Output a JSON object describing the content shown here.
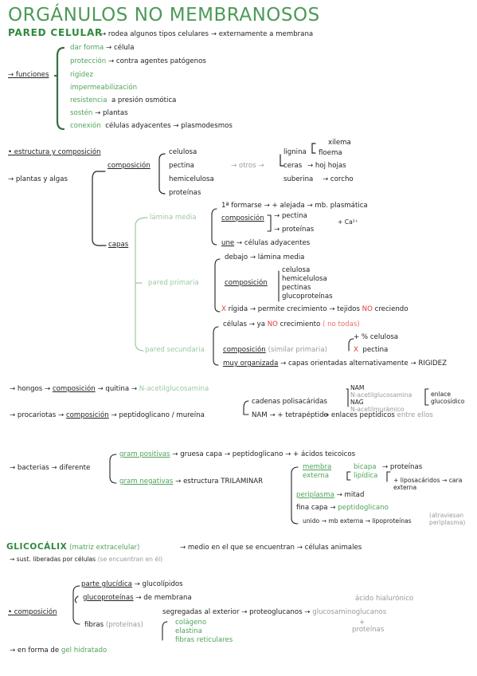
{
  "title": "ORGÁNULOS NO MEMBRANOSOS",
  "pared": {
    "heading": "PARED CELULAR",
    "intro": "→ rodea algunos tipos celulares → externamente a membrana",
    "funciones_label": "→ funciones",
    "funciones": [
      {
        "label": "dar forma",
        "rest": "→ célula"
      },
      {
        "label": "protección",
        "rest": "→ contra agentes patógenos"
      },
      {
        "label": "rigidez",
        "rest": ""
      },
      {
        "label": "impermeabilización",
        "rest": ""
      },
      {
        "label": "resistencia",
        "rest": "a presión osmótica"
      },
      {
        "label": "sostén",
        "rest": "→ plantas"
      },
      {
        "label": "conexión",
        "rest": "células adyacentes → plasmodesmos"
      }
    ],
    "estructura": "• estructura y composición",
    "plantas": "→ plantas y algas",
    "composicion": "composición",
    "comp_items": [
      "celulosa",
      "pectina",
      "hemicelulosa",
      "proteínas"
    ],
    "otros": "→ otros →",
    "otros_items": [
      "lignina",
      "ceras",
      "suberina"
    ],
    "lignina_sub": [
      "xilema",
      "floema"
    ],
    "ceras_rest": "→ hoj hojas",
    "suberina_rest": "→ corcho",
    "capas": "capas",
    "lamina": "lámina media",
    "lamina_items": {
      "formarse": "1ª formarse → + alejada → mb. plasmática",
      "comp": "composición",
      "comp_items": [
        "pectina",
        "proteínas"
      ],
      "ca": "+ Ca²⁺",
      "une_u": "une",
      "une_rest": "→ células adyacentes"
    },
    "primaria": "pared primaria",
    "primaria_items": {
      "debajo": "debajo → lámina media",
      "comp": "composición",
      "comp_items": [
        "celulosa",
        "hemicelulosa",
        "pectinas",
        "glucoproteínas"
      ],
      "x": "X",
      "rigida": "rígida → permite crecimiento → tejidos",
      "no": "NO",
      "creciendo": "creciendo"
    },
    "secundaria": "pared secundaria",
    "secundaria_items": {
      "celulas": "células → ya",
      "no": "NO",
      "crec": "crecimiento",
      "notodas": "( no todas)",
      "comp": "composición",
      "similar": "(similar primaria)",
      "plus": "+ % celulosa",
      "x": "X",
      "pectina": "pectina",
      "muy": "muy organizada",
      "muy_rest": "→ capas orientadas alternativamente → RIGIDEZ"
    },
    "hongos": "→ hongos →",
    "hongos_comp": "composición",
    "hongos_rest": "→ quitina →",
    "hongos_g": "N-acetilglucosamina",
    "procariotas": "→ procariotas →",
    "proc_comp": "composición",
    "proc_rest": "→ peptidoglicano / mureína",
    "cadenas": "cadenas polisacáridas",
    "nam": "NAM",
    "nacg": "N-acetilglucosamina",
    "nag": "NAG",
    "nacm": "N-acetilmurámico",
    "enlace": "enlace glucosídico",
    "namtetra": "NAM → + tetrapéptido",
    "enlaces": "→ enlaces peptídicos",
    "entre": "entre ellos",
    "bacterias": "→ bacterias → diferente",
    "grampos": "gram positivas",
    "grampos_rest": "→ gruesa capa → peptidoglicano → + ácidos teicoicos",
    "gramneg": "gram negativas",
    "gramneg_rest": "→ estructura TRILAMINAR",
    "membra": "membra",
    "externa": "externa",
    "bicapa": "bicapa",
    "lipidica": "lipídica",
    "proteinas": "→ proteínas",
    "lipo": "+ liposacáridos → cara externa",
    "periplasma": "periplasma",
    "mitad": "→ mitad",
    "fina": "fina capa →",
    "pepti": "peptidoglicano",
    "unido": "unido → mb externa → lipoproteínas",
    "atrav": "(atraviesan periplasma)"
  },
  "gluco": {
    "heading": "GLICOCÁLIX",
    "matriz": "(matriz extracelular)",
    "medio": "→ medio en el que se encuentran → células animales",
    "sust": "→ sust. liberadas por células",
    "seenc": "(se encuentran en él)",
    "composicion": "• composición",
    "parte": "parte glucídica",
    "glucolip": "→ glucolípidos",
    "glucoprot": "glucoproteínas",
    "demem": "→ de membrana",
    "segregadas": "segregadas al exterior → proteoglucanos →",
    "glucosam": "glucosaminoglucanos",
    "acido": "ácido hialurónico",
    "mas": "+",
    "proteinas": "proteínas",
    "fibras": "fibras",
    "fibras_p": "(proteínas)",
    "fibras_items": [
      "colágeno",
      "elastina",
      "fibras reticulares"
    ],
    "forma": "→ en forma de",
    "gel": "gel hidratado"
  }
}
